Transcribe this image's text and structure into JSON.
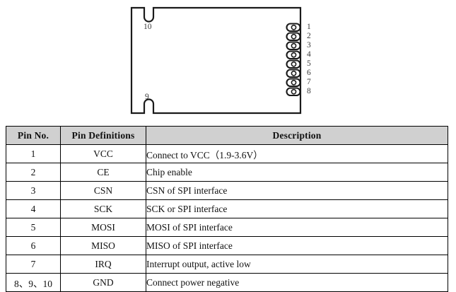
{
  "diagram": {
    "title_alt": "RF module top view with pin pads",
    "module": {
      "outline_color": "#1a1a1a",
      "fill_color": "#ffffff"
    },
    "notches": [
      {
        "name": "notch-top",
        "label": "10"
      },
      {
        "name": "notch-bottom",
        "label": "9"
      }
    ],
    "right_pin_numbers": [
      "1",
      "2",
      "3",
      "4",
      "5",
      "6",
      "7",
      "8"
    ]
  },
  "table": {
    "headers": {
      "pin_no": "Pin No.",
      "pin_definitions": "Pin Definitions",
      "description": "Description"
    },
    "header_bg": "#d0d0d0",
    "rows": [
      {
        "pin": "1",
        "definition": "VCC",
        "description": "Connect to VCC（1.9-3.6V）"
      },
      {
        "pin": "2",
        "definition": "CE",
        "description": "Chip enable"
      },
      {
        "pin": "3",
        "definition": "CSN",
        "description": "CSN of SPI interface"
      },
      {
        "pin": "4",
        "definition": "SCK",
        "description": "SCK or SPI interface"
      },
      {
        "pin": "5",
        "definition": "MOSI",
        "description": "MOSI of SPI interface"
      },
      {
        "pin": "6",
        "definition": "MISO",
        "description": "MISO of SPI interface"
      },
      {
        "pin": "7",
        "definition": "IRQ",
        "description": "Interrupt output, active low"
      },
      {
        "pin": "8、9、10",
        "definition": "GND",
        "description": "Connect power negative"
      }
    ]
  }
}
